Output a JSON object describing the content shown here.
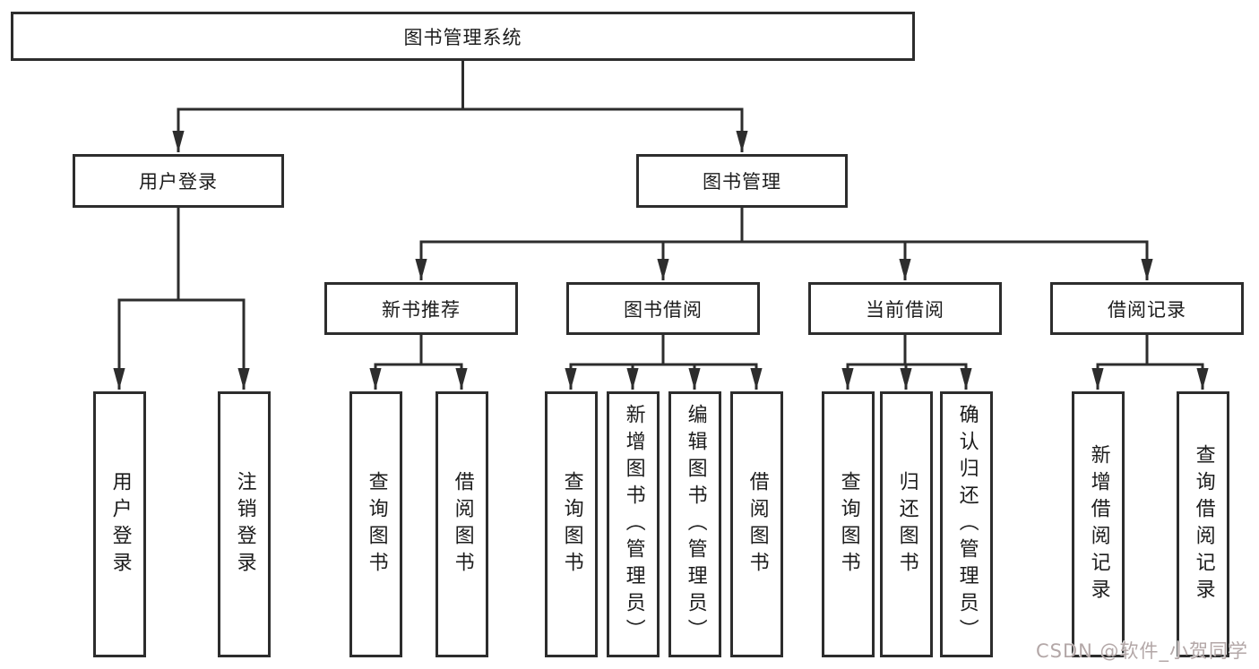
{
  "tree": {
    "label": "图书管理系统",
    "children": [
      {
        "label": "用户登录",
        "children": [
          {
            "label": "用户登录"
          },
          {
            "label": "注销登录"
          }
        ]
      },
      {
        "label": "图书管理",
        "children": [
          {
            "label": "新书推荐",
            "children": [
              {
                "label": "查询图书"
              },
              {
                "label": "借阅图书"
              }
            ]
          },
          {
            "label": "图书借阅",
            "children": [
              {
                "label": "查询图书"
              },
              {
                "label": "新增图书（管理员）"
              },
              {
                "label": "编辑图书（管理员）"
              },
              {
                "label": "借阅图书"
              }
            ]
          },
          {
            "label": "当前借阅",
            "children": [
              {
                "label": "查询图书"
              },
              {
                "label": "归还图书"
              },
              {
                "label": "确认归还（管理员）"
              }
            ]
          },
          {
            "label": "借阅记录",
            "children": [
              {
                "label": "新增借阅记录"
              },
              {
                "label": "查询借阅记录"
              }
            ]
          }
        ]
      }
    ]
  },
  "watermark": {
    "text": "CSDN @软件_小贺同学"
  },
  "colors": {
    "line": "#2d2d2d",
    "text": "#1c1c1c",
    "background": "#ffffff",
    "watermark": "#b3a7a7"
  }
}
